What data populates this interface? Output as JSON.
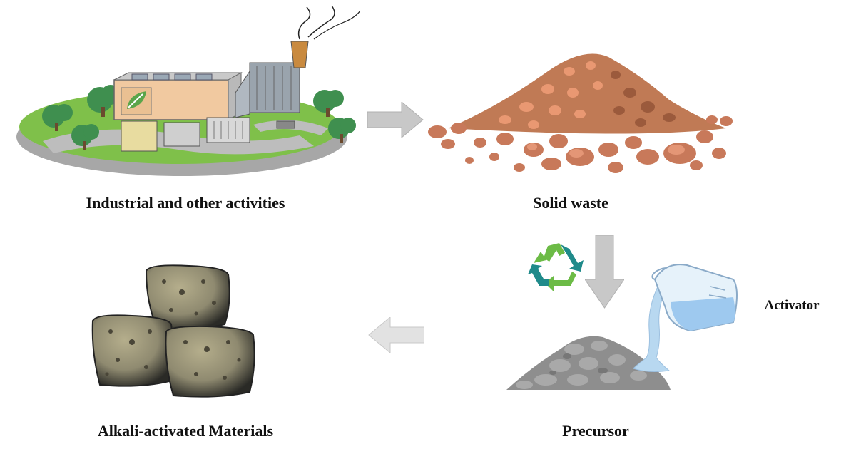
{
  "labels": {
    "industrial": "Industrial and other activities",
    "solid_waste": "Solid waste",
    "alkali_materials": "Alkali-activated Materials",
    "precursor": "Precursor",
    "activator": "Activator"
  },
  "icons": {
    "factory": "factory-illustration",
    "waste_pile": "waste-pile-illustration",
    "recycle": "recycle-icon",
    "beaker": "beaker-pouring-icon",
    "precursor_pile": "precursor-pile-illustration",
    "blocks": "alkali-blocks-illustration"
  },
  "colors": {
    "arrow": "#c8c8c8",
    "soil": "#c07a55",
    "grass": "#79c043",
    "recycle_green": "#6cbb46",
    "recycle_teal": "#1f8a8a",
    "liquid": "#b8d8f0",
    "precursor": "#8e8e8e",
    "block": "#8f8a70"
  }
}
